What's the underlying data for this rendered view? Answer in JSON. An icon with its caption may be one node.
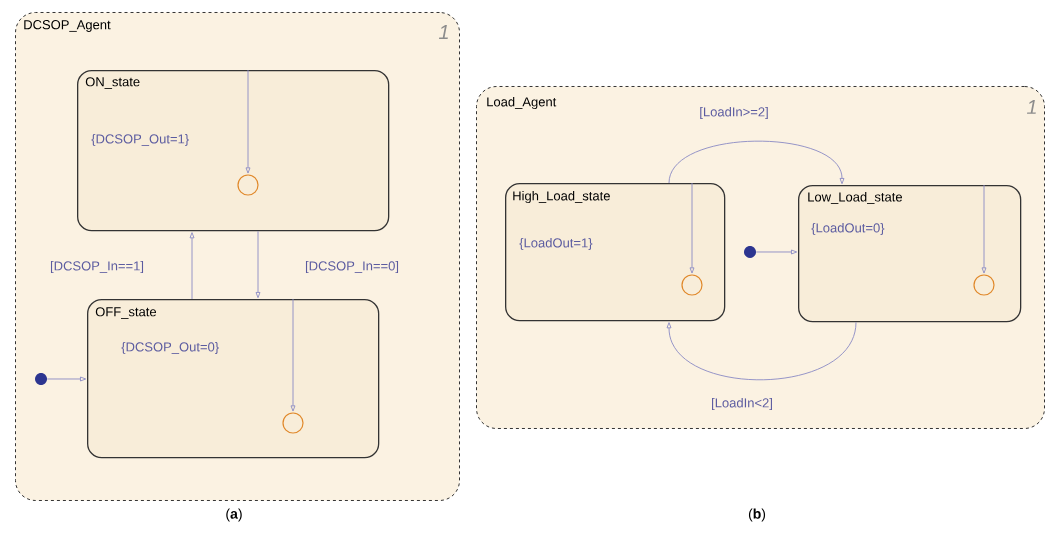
{
  "diagram": {
    "nodes": [
      {
        "text": [
          "DCSOP_Agent"
        ]
      },
      {
        "text": [
          "ON_state",
          "{DCSOP_Out=1}"
        ],
        "in": 0
      },
      {
        "text": [
          "OFF_state",
          "{DCSOP_Out=0}"
        ],
        "in": 0
      },
      {
        "text": [],
        "shape": "circle",
        "in": 1
      },
      {
        "text": [],
        "shape": "circle",
        "in": 2
      },
      {
        "text": [],
        "shape": "dot",
        "in": 0
      },
      {
        "text": [
          "Load_Agent"
        ]
      },
      {
        "text": [
          "High_Load_state",
          "{LoadOut=1}"
        ],
        "in": 6
      },
      {
        "text": [
          "Low_Load_state",
          "{LoadOut=0}"
        ],
        "in": 6
      },
      {
        "text": [],
        "shape": "circle",
        "in": 7
      },
      {
        "text": [],
        "shape": "circle",
        "in": 8
      },
      {
        "text": [],
        "shape": "dot",
        "in": 6
      }
    ],
    "edges": [
      {
        "from": 1,
        "to": 3,
        "arrow": "to"
      },
      {
        "from": 2,
        "to": 1,
        "arrow": "to",
        "label": "[DCSOP_In==1]"
      },
      {
        "from": 1,
        "to": 2,
        "arrow": "to",
        "label": "[DCSOP_In==0]"
      },
      {
        "from": 2,
        "to": 4,
        "arrow": "to"
      },
      {
        "from": 5,
        "to": 2,
        "arrow": "to"
      },
      {
        "from": 7,
        "to": 8,
        "arrow": "to",
        "label": "[LoadIn>=2]"
      },
      {
        "from": 8,
        "to": 7,
        "arrow": "to",
        "label": "[LoadIn<2]"
      },
      {
        "from": 7,
        "to": 9,
        "arrow": "to"
      },
      {
        "from": 8,
        "to": 10,
        "arrow": "to"
      },
      {
        "from": 11,
        "to": 8,
        "arrow": "to"
      }
    ],
    "labels": [
      "1",
      "1",
      "(**a**)",
      "(**b**)"
    ]
  }
}
